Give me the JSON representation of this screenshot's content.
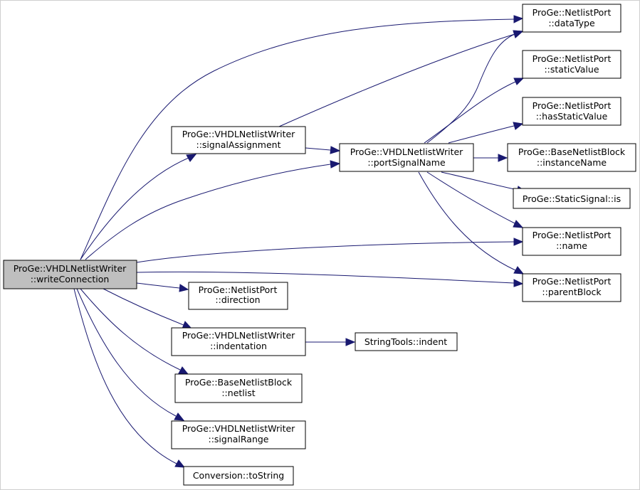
{
  "nodes": {
    "writeConnection": [
      "ProGe::VHDLNetlistWriter",
      "::writeConnection"
    ],
    "signalAssignment": [
      "ProGe::VHDLNetlistWriter",
      "::signalAssignment"
    ],
    "portSignalName": [
      "ProGe::VHDLNetlistWriter",
      "::portSignalName"
    ],
    "dataType": [
      "ProGe::NetlistPort",
      "::dataType"
    ],
    "staticValue": [
      "ProGe::NetlistPort",
      "::staticValue"
    ],
    "hasStaticValue": [
      "ProGe::NetlistPort",
      "::hasStaticValue"
    ],
    "instanceName": [
      "ProGe::BaseNetlistBlock",
      "::instanceName"
    ],
    "staticSignalIs": [
      "ProGe::StaticSignal::is"
    ],
    "name": [
      "ProGe::NetlistPort",
      "::name"
    ],
    "parentBlock": [
      "ProGe::NetlistPort",
      "::parentBlock"
    ],
    "direction": [
      "ProGe::NetlistPort",
      "::direction"
    ],
    "indentation": [
      "ProGe::VHDLNetlistWriter",
      "::indentation"
    ],
    "stringIndent": [
      "StringTools::indent"
    ],
    "netlist": [
      "ProGe::BaseNetlistBlock",
      "::netlist"
    ],
    "signalRange": [
      "ProGe::VHDLNetlistWriter",
      "::signalRange"
    ],
    "toString": [
      "Conversion::toString"
    ]
  },
  "edges": [
    [
      "writeConnection",
      "dataType"
    ],
    [
      "writeConnection",
      "signalAssignment"
    ],
    [
      "writeConnection",
      "portSignalName"
    ],
    [
      "writeConnection",
      "name"
    ],
    [
      "writeConnection",
      "parentBlock"
    ],
    [
      "writeConnection",
      "direction"
    ],
    [
      "writeConnection",
      "indentation"
    ],
    [
      "writeConnection",
      "netlist"
    ],
    [
      "writeConnection",
      "signalRange"
    ],
    [
      "writeConnection",
      "toString"
    ],
    [
      "signalAssignment",
      "dataType"
    ],
    [
      "signalAssignment",
      "portSignalName"
    ],
    [
      "portSignalName",
      "dataType"
    ],
    [
      "portSignalName",
      "staticValue"
    ],
    [
      "portSignalName",
      "hasStaticValue"
    ],
    [
      "portSignalName",
      "instanceName"
    ],
    [
      "portSignalName",
      "staticSignalIs"
    ],
    [
      "portSignalName",
      "name"
    ],
    [
      "portSignalName",
      "parentBlock"
    ],
    [
      "indentation",
      "stringIndent"
    ]
  ],
  "colors": {
    "edge": "#191970",
    "root_fill": "#bfbfbf",
    "node_fill": "#ffffff",
    "node_border": "#000000"
  }
}
